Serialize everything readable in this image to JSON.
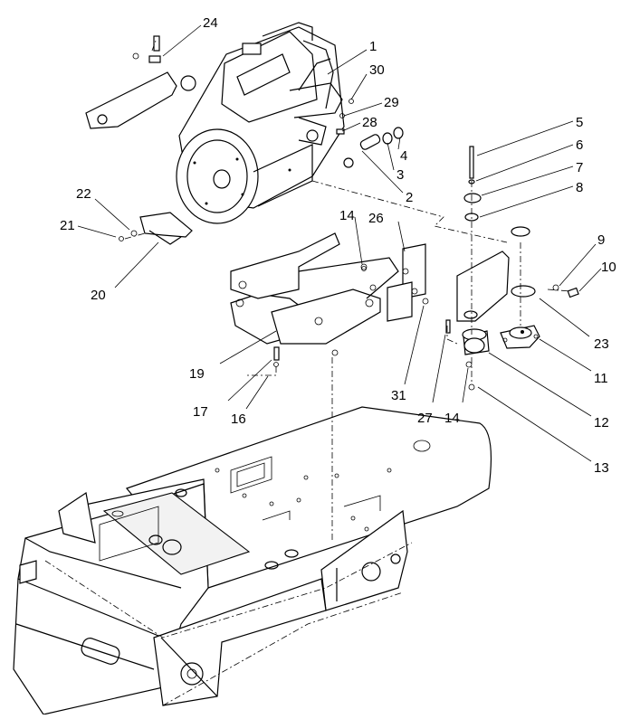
{
  "diagram": {
    "callouts": [
      {
        "id": "c1",
        "text": "1"
      },
      {
        "id": "c2",
        "text": "2"
      },
      {
        "id": "c3",
        "text": "3"
      },
      {
        "id": "c4",
        "text": "4"
      },
      {
        "id": "c5",
        "text": "5"
      },
      {
        "id": "c6",
        "text": "6"
      },
      {
        "id": "c7",
        "text": "7"
      },
      {
        "id": "c8",
        "text": "8"
      },
      {
        "id": "c9",
        "text": "9"
      },
      {
        "id": "c10",
        "text": "10"
      },
      {
        "id": "c11",
        "text": "11"
      },
      {
        "id": "c12",
        "text": "12"
      },
      {
        "id": "c13",
        "text": "13"
      },
      {
        "id": "c14a",
        "text": "14"
      },
      {
        "id": "c14b",
        "text": "14"
      },
      {
        "id": "c16",
        "text": "16"
      },
      {
        "id": "c17",
        "text": "17"
      },
      {
        "id": "c19",
        "text": "19"
      },
      {
        "id": "c20",
        "text": "20"
      },
      {
        "id": "c21",
        "text": "21"
      },
      {
        "id": "c22",
        "text": "22"
      },
      {
        "id": "c23",
        "text": "23"
      },
      {
        "id": "c24",
        "text": "24"
      },
      {
        "id": "c26",
        "text": "26"
      },
      {
        "id": "c27",
        "text": "27"
      },
      {
        "id": "c28",
        "text": "28"
      },
      {
        "id": "c29",
        "text": "29"
      },
      {
        "id": "c30",
        "text": "30"
      },
      {
        "id": "c31",
        "text": "31"
      }
    ]
  }
}
